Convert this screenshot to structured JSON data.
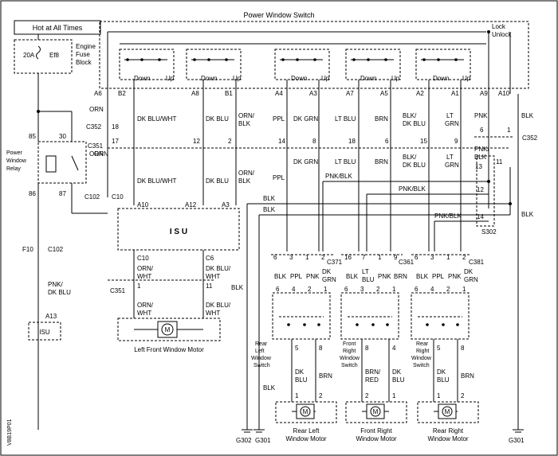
{
  "power": {
    "hot_label": "Hot at All Times"
  },
  "fuse": {
    "amp": "20A",
    "id": "Ef8",
    "block_line1": "Engine",
    "block_line2": "Fuse",
    "block_line3": "Block"
  },
  "switch": {
    "title": "Power Window Switch",
    "lock": "Lock",
    "unlock": "Unlock",
    "down": "Down",
    "up": "Up"
  },
  "switch_pins": [
    "A6",
    "B2",
    "A8",
    "B1",
    "A4",
    "A3",
    "A7",
    "A5",
    "A2",
    "A1",
    "A9",
    "A10"
  ],
  "switch_wires": [
    "ORN",
    "DK BLU/WHT",
    "DK BLU",
    "ORN/",
    "BLK",
    "PPL",
    "DK GRN",
    "LT BLU",
    "BRN",
    "BLK/",
    "DK BLU",
    "LT",
    "GRN",
    "PNK",
    "BLK"
  ],
  "connectors": {
    "c352": "C352",
    "c351": "C351",
    "c102": "C102",
    "c10": "C10",
    "c371": "C371",
    "c361": "C361",
    "c381": "C381",
    "s302": "S302"
  },
  "c352_pins": [
    "18",
    "6",
    "1"
  ],
  "c351_pins": [
    "17",
    "12",
    "2",
    "14",
    "8",
    "18",
    "6",
    "15",
    "9"
  ],
  "s302_pins": [
    "13",
    "11",
    "12",
    "14"
  ],
  "mid_wires": [
    "ORN",
    "DK BLU/WHT",
    "DK BLU",
    "ORN/",
    "BLK",
    "PPL",
    "DK GRN",
    "LT BLU",
    "BRN",
    "BLK/",
    "DK BLU",
    "LT",
    "GRN",
    "PNK/",
    "BLK",
    "PNK/BLK",
    "PNK/BLK",
    "PNK/BLK",
    "BLK",
    "BLK",
    "BLK"
  ],
  "relay": {
    "line1": "Power",
    "line2": "Window",
    "line3": "Relay",
    "pins": [
      "85",
      "30",
      "86",
      "87"
    ]
  },
  "isu": {
    "label": "I S U",
    "pins": [
      "A10",
      "A12",
      "A3",
      "C10",
      "C6"
    ],
    "small_label": "ISU",
    "small_pin": "A13"
  },
  "lower_left": {
    "f10": "F10",
    "c102": "C102",
    "wire1": "PNK/",
    "wire2": "DK BLU",
    "c351": "C351",
    "pins": [
      "1",
      "11"
    ],
    "orn_wht": [
      "ORN/",
      "WHT",
      "ORN/",
      "WHT"
    ],
    "dk_blu_wht": [
      "DK BLU/",
      "WHT",
      "DK BLU/",
      "WHT"
    ],
    "motor": "Left Front Window Motor",
    "blk": "BLK"
  },
  "door_switches": [
    {
      "name_lines": [
        "Rear",
        "Left",
        "Window",
        "Switch"
      ],
      "conn": "C371",
      "top_pins": [
        "6",
        "3",
        "1",
        "2"
      ],
      "top_wires": [
        [
          "BLK"
        ],
        [
          "PPL"
        ],
        [
          "PNK"
        ],
        [
          "DK",
          "GRN"
        ]
      ],
      "inner_pins": [
        "6",
        "4",
        "2",
        "1"
      ],
      "bot_pins": [
        "5",
        "8"
      ],
      "bot_wires": [
        [
          "DK",
          "BLU"
        ],
        [
          "BRN"
        ]
      ],
      "motor_pins": [
        "1",
        "2"
      ],
      "motor_lines": [
        "Rear Left",
        "Window Motor"
      ]
    },
    {
      "name_lines": [
        "Front",
        "Right",
        "Window",
        "Switch"
      ],
      "conn": "C361",
      "top_pins": [
        "16",
        "7",
        "1",
        "9"
      ],
      "top_wires": [
        [
          "BLK"
        ],
        [
          "LT",
          "BLU"
        ],
        [
          "PNK"
        ],
        [
          "BRN"
        ]
      ],
      "inner_pins": [
        "6",
        "3",
        "2",
        "1"
      ],
      "bot_pins": [
        "8",
        "4"
      ],
      "bot_wires": [
        [
          "BRN/",
          "RED"
        ],
        [
          "DK",
          "BLU"
        ]
      ],
      "motor_pins": [
        "2",
        "1"
      ],
      "motor_lines": [
        "Front Right",
        "Window Motor"
      ]
    },
    {
      "name_lines": [
        "Rear",
        "Right",
        "Window",
        "Switch"
      ],
      "conn": "C381",
      "top_pins": [
        "6",
        "3",
        "1",
        "2"
      ],
      "top_wires": [
        [
          "BLK"
        ],
        [
          "PPL"
        ],
        [
          "PNK"
        ],
        [
          "DK",
          "GRN"
        ]
      ],
      "inner_pins": [
        "6",
        "4",
        "2",
        "1"
      ],
      "bot_pins": [
        "5",
        "8"
      ],
      "bot_wires": [
        [
          "DK",
          "BLU"
        ],
        [
          "BRN"
        ]
      ],
      "motor_pins": [
        "1",
        "2"
      ],
      "motor_lines": [
        "Rear Right",
        "Window Motor"
      ]
    }
  ],
  "grounds": [
    "G302",
    "G301",
    "G301"
  ],
  "right_blk": "BLK",
  "side_code": "V8B19P01"
}
